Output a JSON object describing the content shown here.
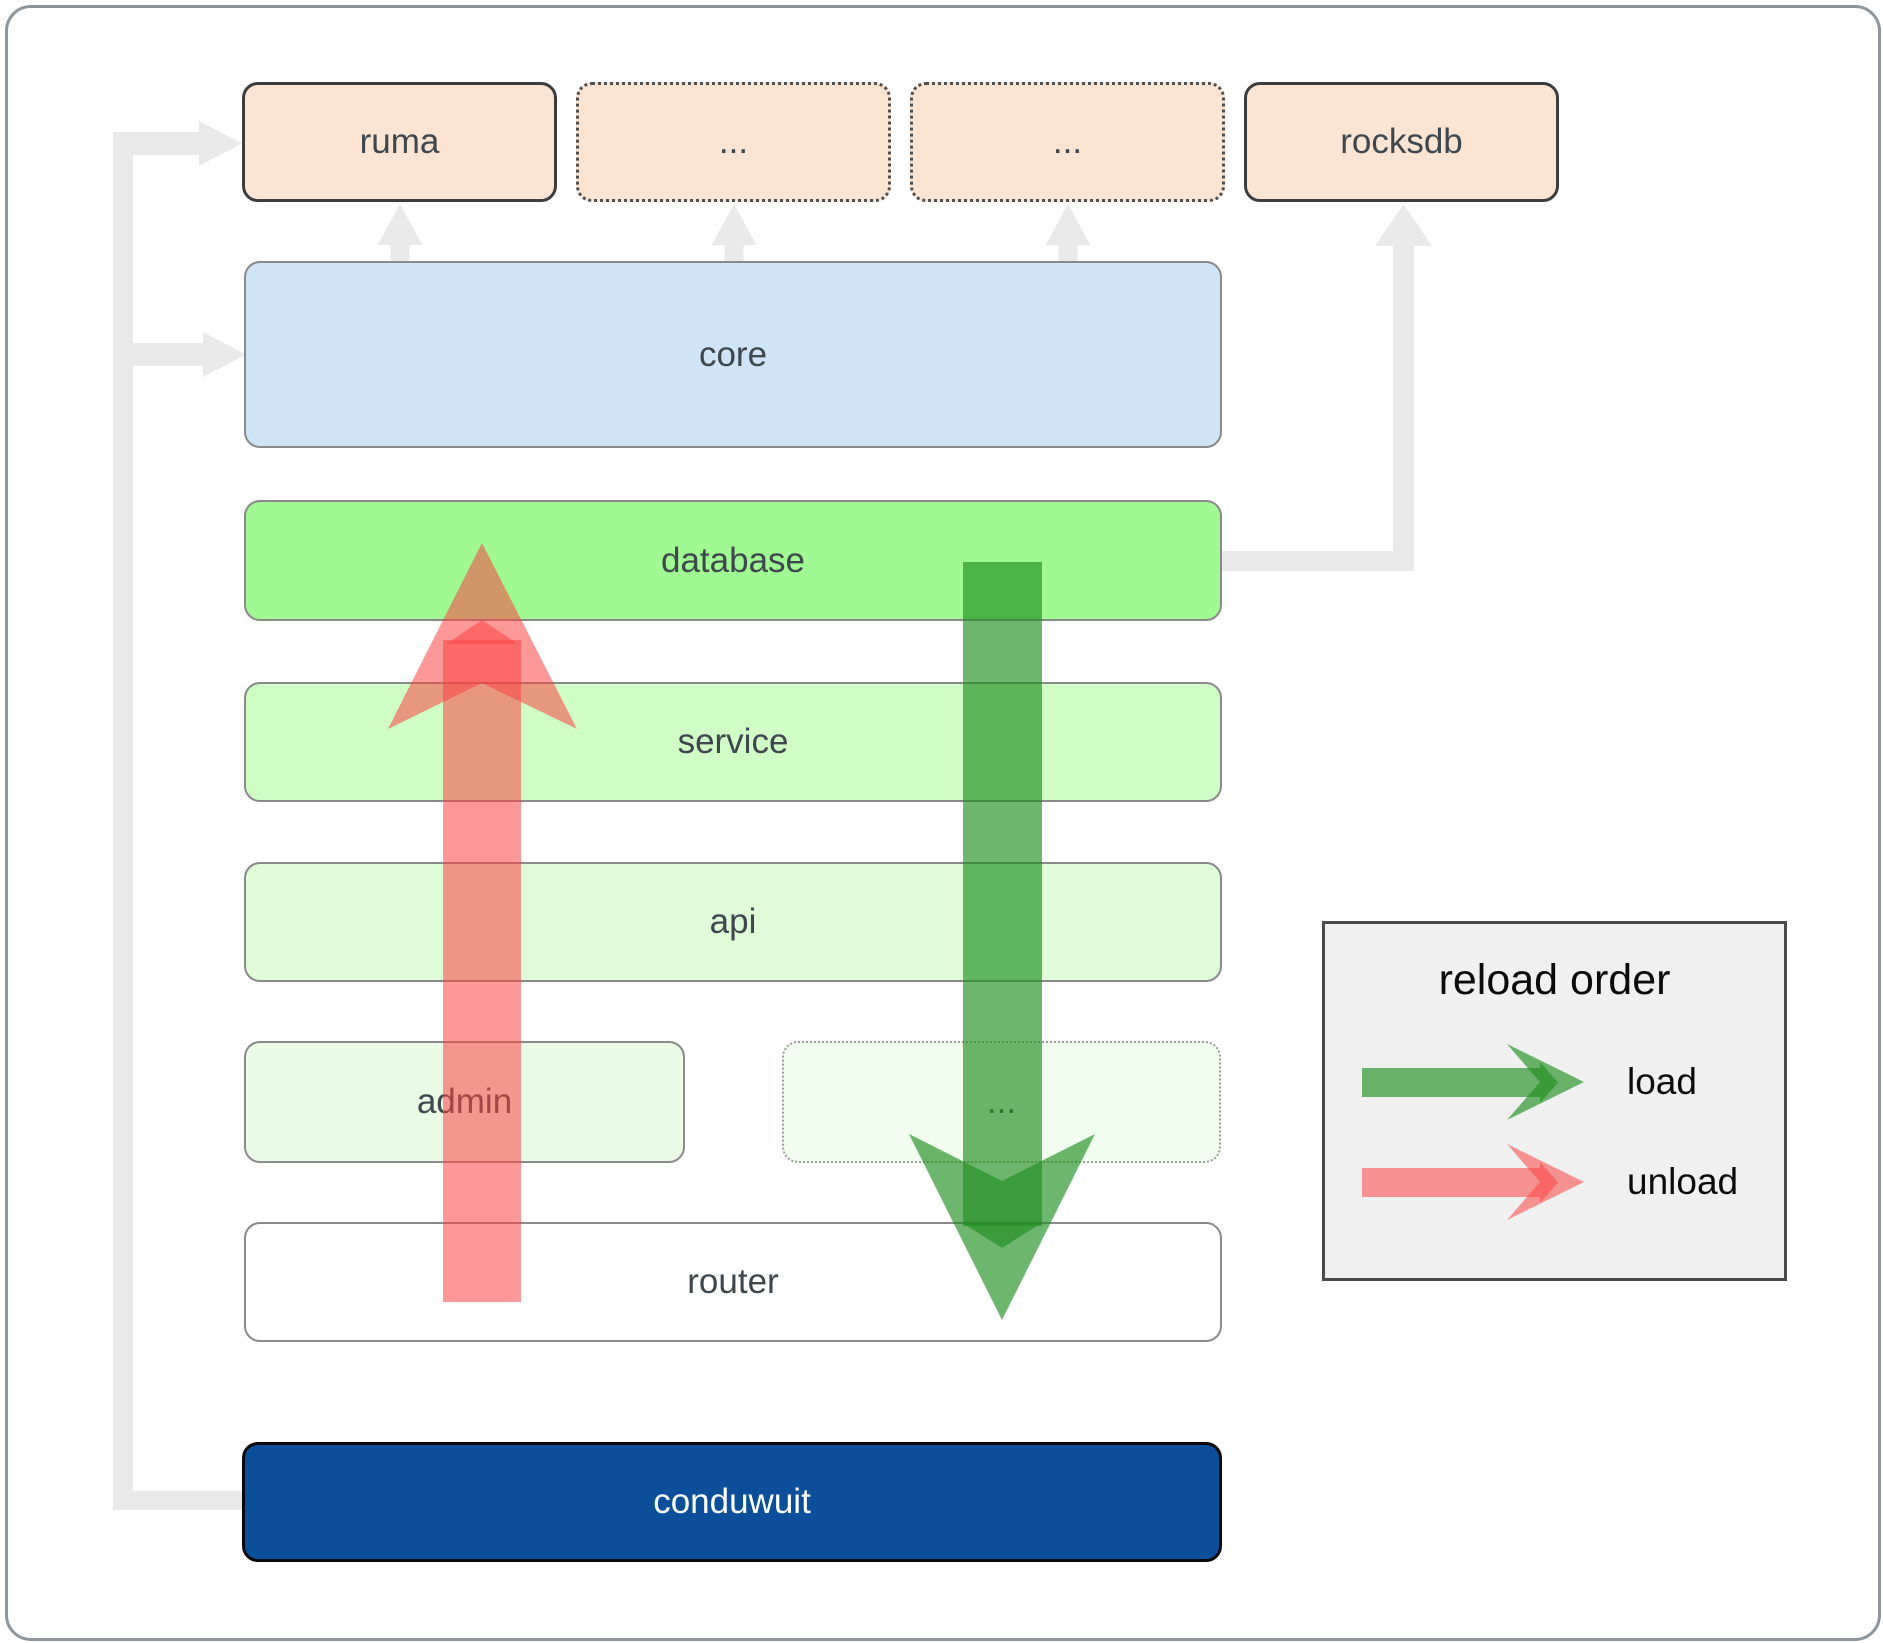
{
  "diagram": {
    "top_row": {
      "ruma": "ruma",
      "ellipsis1": "...",
      "ellipsis2": "...",
      "rocksdb": "rocksdb"
    },
    "layers": {
      "core": "core",
      "database": "database",
      "service": "service",
      "api": "api",
      "admin": "admin",
      "admin_ellipsis": "...",
      "router": "router",
      "conduwuit": "conduwuit"
    }
  },
  "legend": {
    "title": "reload order",
    "items": [
      {
        "label": "load"
      },
      {
        "label": "unload"
      }
    ]
  },
  "colors": {
    "peach": "#fce4d2",
    "core_blue": "#d0e4f8",
    "database_green": "#a1f993",
    "service_green": "#d0fdc6",
    "api_green": "#dffbd8",
    "admin_green": "#eafbe6",
    "admin_ellipsis_green": "#f1fdee",
    "router_white": "#ffffff",
    "conduwuit_blue": "#0b4f9b",
    "legend_bg": "#f0f0f0",
    "arrow_load_green": "#1f8f1f",
    "arrow_unload_red": "#f94343",
    "connector_gray": "#e9e9e9"
  }
}
